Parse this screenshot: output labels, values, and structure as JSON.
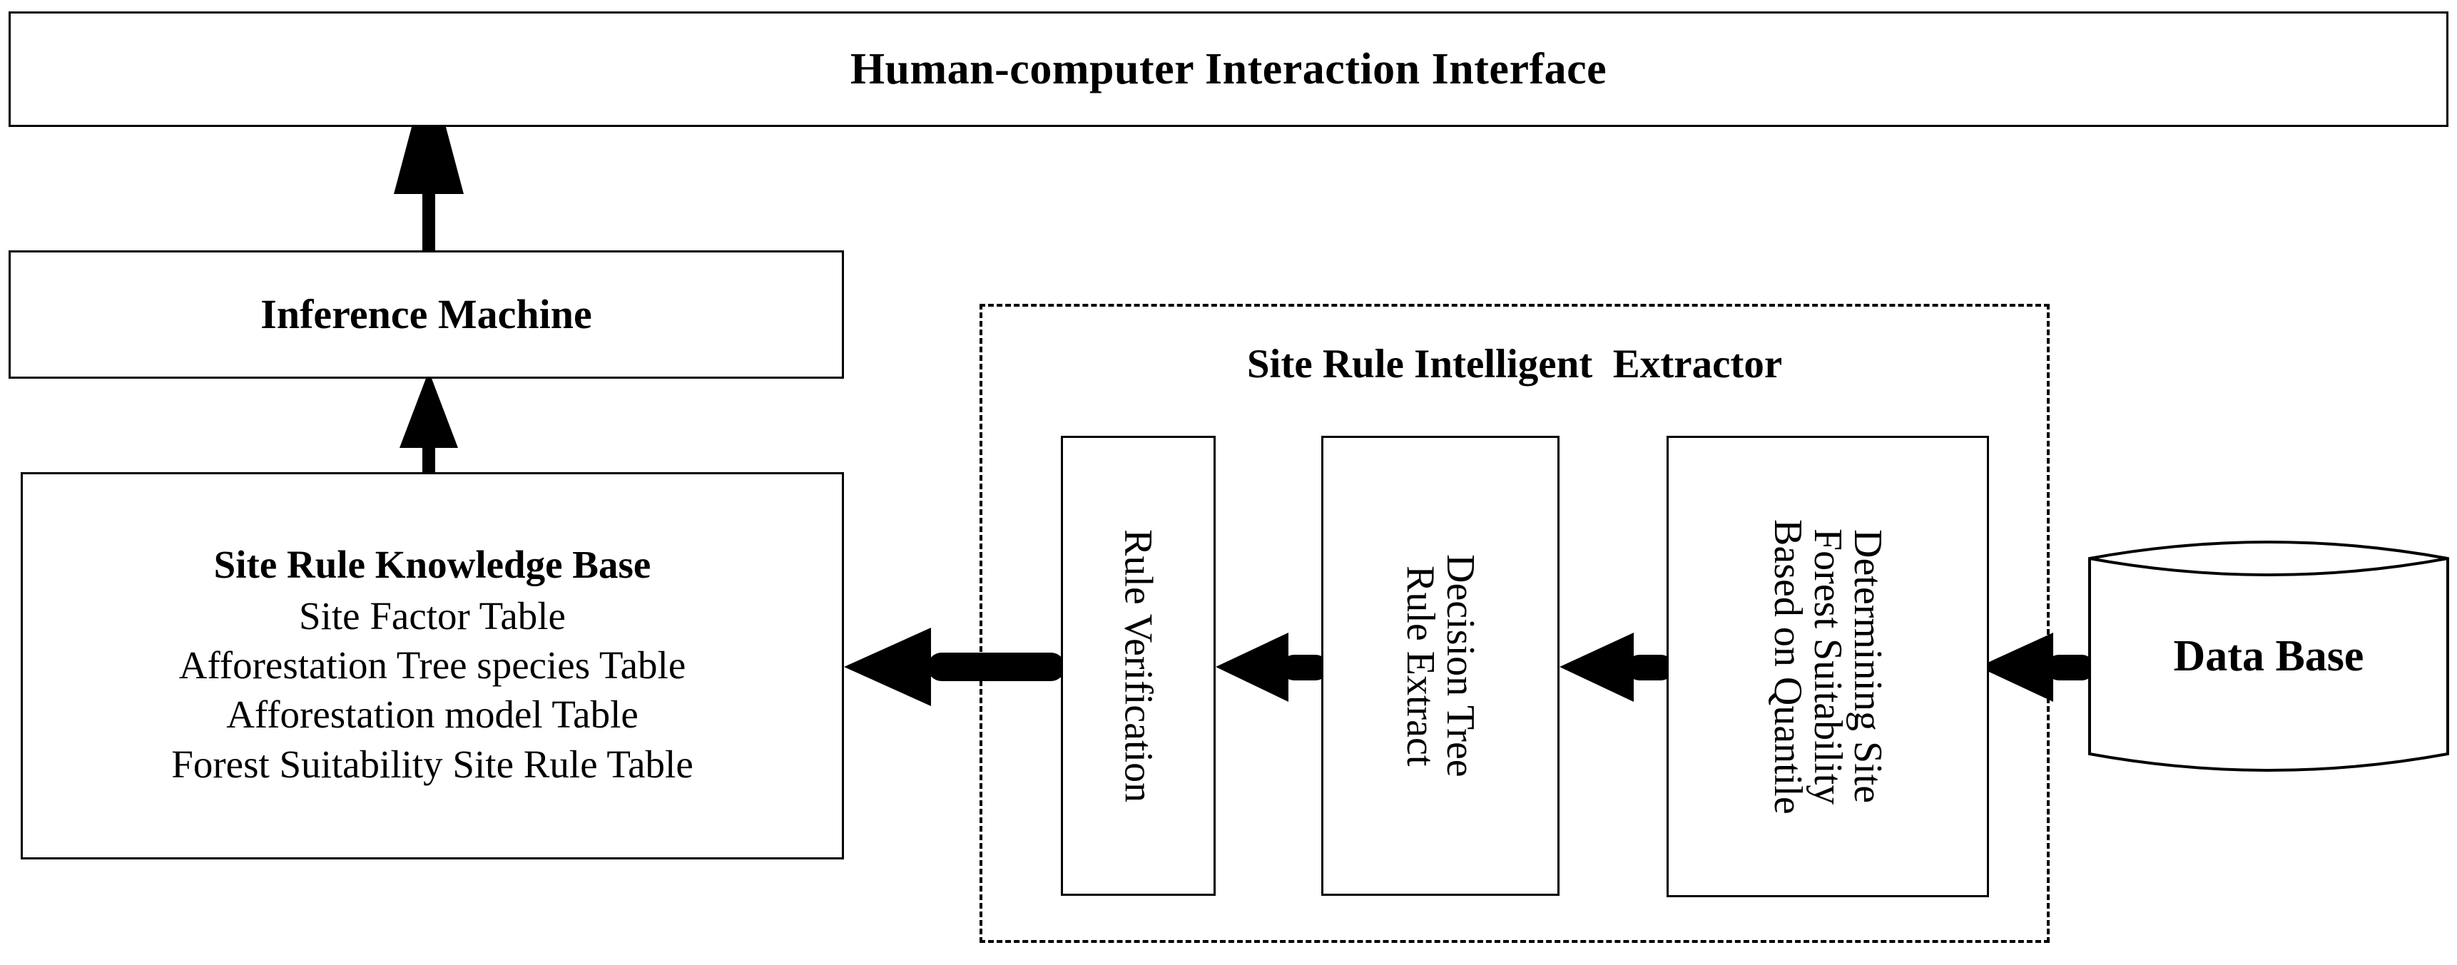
{
  "diagram": {
    "title_box": {
      "label": "Human-computer Interaction Interface"
    },
    "inference": {
      "label": "Inference Machine"
    },
    "knowledge_base": {
      "title": "Site Rule Knowledge Base",
      "lines": [
        "Site Factor Table",
        "Afforestation Tree species Table",
        "Afforestation model Table",
        "Forest Suitability Site Rule Table"
      ]
    },
    "extractor": {
      "title": "Site Rule Intelligent  Extractor",
      "stages": [
        {
          "id": "rule-verification",
          "lines": [
            "Rule Verification"
          ]
        },
        {
          "id": "decision-tree-rule-extract",
          "lines": [
            "Decision Tree",
            "Rule Extract"
          ]
        },
        {
          "id": "determining-site-forest-suitability",
          "lines": [
            "Determining Site",
            "Forest Suitability",
            "Based on Quantile"
          ]
        }
      ]
    },
    "database": {
      "label": "Data Base"
    },
    "colors": {
      "stroke": "#000000",
      "fill": "#ffffff",
      "background": "#ffffff"
    },
    "flow": [
      {
        "from": "Data Base",
        "to": "Determining Site Forest Suitability Based on Quantile",
        "direction": "left"
      },
      {
        "from": "Determining Site Forest Suitability Based on Quantile",
        "to": "Decision Tree Rule Extract",
        "direction": "left"
      },
      {
        "from": "Decision Tree Rule Extract",
        "to": "Rule Verification",
        "direction": "left"
      },
      {
        "from": "Rule Verification",
        "to": "Site Rule Knowledge Base",
        "direction": "left"
      },
      {
        "from": "Site Rule Knowledge Base",
        "to": "Inference Machine",
        "direction": "up"
      },
      {
        "from": "Inference Machine",
        "to": "Human-computer Interaction Interface",
        "direction": "up"
      }
    ]
  }
}
